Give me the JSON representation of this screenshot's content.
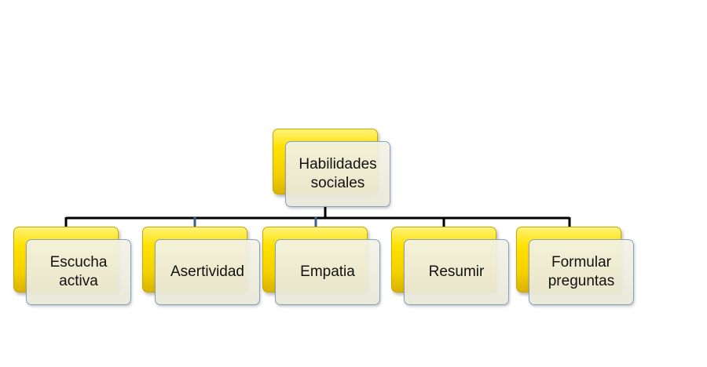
{
  "diagram": {
    "root": {
      "label": "Habilidades\nsociales"
    },
    "children": [
      {
        "label": "Escucha\nactiva"
      },
      {
        "label": "Asertividad"
      },
      {
        "label": "Empatia"
      },
      {
        "label": "Resumir"
      },
      {
        "label": "Formular\npreguntas"
      }
    ]
  },
  "colors": {
    "back_fill": "#ffe200",
    "front_fill": "#ecebdb",
    "front_border": "#8aa0bf",
    "connector": "#000000"
  }
}
